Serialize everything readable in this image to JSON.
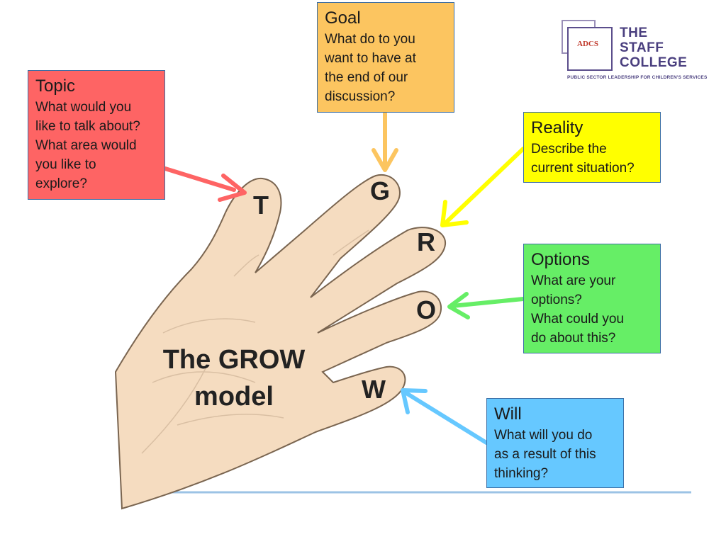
{
  "title": "The GROW\nmodel",
  "logo": {
    "abbr": "ADCS",
    "name": "THE\nSTAFF\nCOLLEGE",
    "tagline": "PUBLIC SECTOR LEADERSHIP FOR CHILDREN'S SERVICES"
  },
  "fingers": {
    "t": "T",
    "g": "G",
    "r": "R",
    "o": "O",
    "w": "W"
  },
  "boxes": {
    "topic": {
      "heading": "Topic",
      "body": "What would you\nlike to talk about?\nWhat area would\nyou like to\nexplore?",
      "color": "#fe6464"
    },
    "goal": {
      "heading": "Goal",
      "body": "What do to you\nwant to have at\nthe end of our\ndiscussion?",
      "color": "#fcc560"
    },
    "reality": {
      "heading": "Reality",
      "body": "Describe the\ncurrent situation?",
      "color": "#ffff00"
    },
    "options": {
      "heading": "Options",
      "body": "What are your\noptions?\nWhat could you\ndo about this?",
      "color": "#66ee66"
    },
    "will": {
      "heading": "Will",
      "body": "What will you do\nas a result of this\nthinking?",
      "color": "#66c8ff"
    }
  }
}
